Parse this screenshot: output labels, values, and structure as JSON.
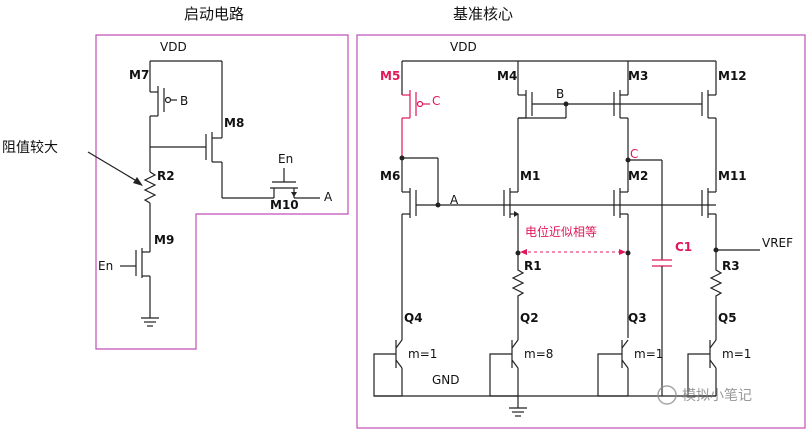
{
  "titles": {
    "startup": "启动电路",
    "core": "基准核心"
  },
  "annotations": {
    "large_resistance": "阻值较大",
    "approx_equal": "电位近似相等",
    "watermark": "模拟小笔记"
  },
  "startup": {
    "vdd": "VDD",
    "m7": "M7",
    "m7_gate": "B",
    "m8": "M8",
    "r2": "R2",
    "m9": "M9",
    "m9_gate": "En",
    "m10": "M10",
    "m10_gate": "En",
    "m10_out": "A"
  },
  "core": {
    "vdd": "VDD",
    "m5": "M5",
    "m5_gate": "C",
    "m4": "M4",
    "node_b": "B",
    "m3": "M3",
    "m12": "M12",
    "m6": "M6",
    "node_a": "A",
    "m1": "M1",
    "m2": "M2",
    "node_c": "C",
    "m11": "M11",
    "c1": "C1",
    "r1": "R1",
    "r3": "R3",
    "vref": "VREF",
    "q4": "Q4",
    "q4_m": "m=1",
    "q2": "Q2",
    "q2_m": "m=8",
    "q3": "Q3",
    "q3_m": "m=1",
    "q5": "Q5",
    "q5_m": "m=1",
    "gnd": "GND"
  }
}
